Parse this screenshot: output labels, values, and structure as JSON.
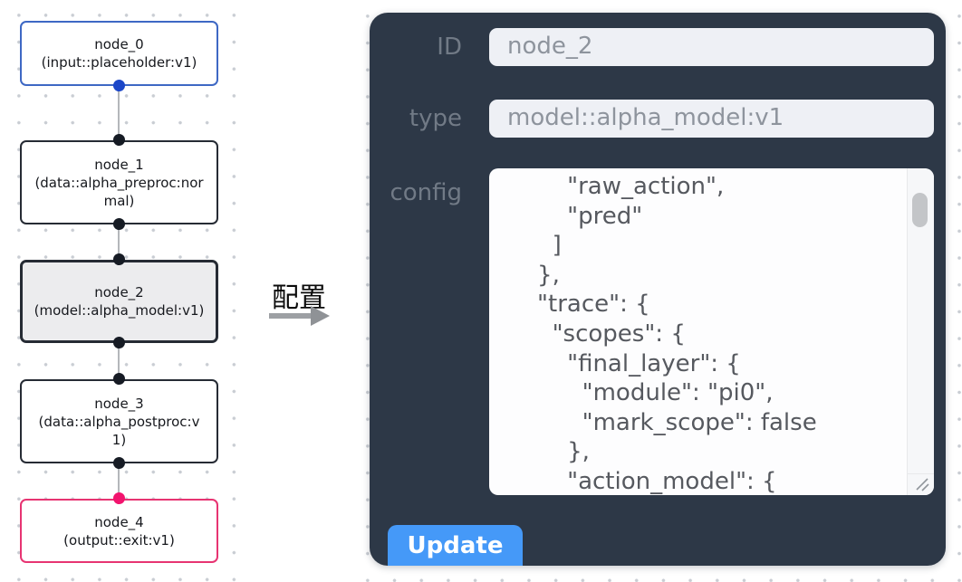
{
  "graph": {
    "nodes": [
      {
        "name": "node_0",
        "type": "(input::placeholder:v1)"
      },
      {
        "name": "node_1",
        "type": "(data::alpha_preproc:normal)"
      },
      {
        "name": "node_2",
        "type": "(model::alpha_model:v1)"
      },
      {
        "name": "node_3",
        "type": "(data::alpha_postproc:v1)"
      },
      {
        "name": "node_4",
        "type": "(output::exit:v1)"
      }
    ]
  },
  "transition": {
    "label": "配置"
  },
  "config_panel": {
    "id_field": {
      "label": "ID",
      "value": "node_2"
    },
    "type_field": {
      "label": "type",
      "value": "model::alpha_model:v1"
    },
    "config_field": {
      "label": "config",
      "lines": [
        "        \"raw_action\",",
        "        \"pred\"",
        "      ]",
        "    },",
        "    \"trace\": {",
        "      \"scopes\": {",
        "        \"final_layer\": {",
        "          \"module\": \"pi0\",",
        "          \"mark_scope\": false",
        "        },",
        "        \"action_model\": {"
      ]
    },
    "update_button": "Update"
  },
  "colors": {
    "panel_bg": "#2d3847",
    "input_bg": "#eef0f5",
    "update_button": "#4599f8",
    "input_node_border": "#3e68c4",
    "input_node_port": "#1b46c8",
    "output_node_border": "#e73472",
    "output_node_port": "#f2146e",
    "selected_node_bg": "#ececee",
    "node_border": "#262b34",
    "edge": "#b4b7bb",
    "canvas_dot": "#c9cdd3"
  }
}
